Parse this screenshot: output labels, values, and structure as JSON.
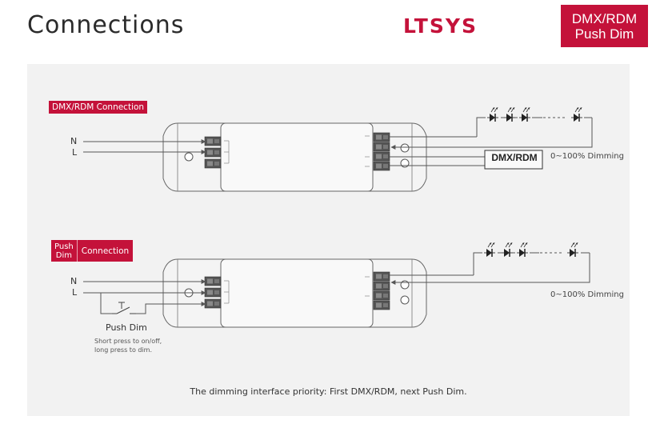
{
  "header": {
    "title": "Connections",
    "brand": "LTSYS",
    "badge_line1": "DMX/RDM",
    "badge_line2": "Push Dim"
  },
  "diagram_dmx": {
    "tag": "DMX/RDM Connection",
    "input_n": "N",
    "input_l": "L",
    "controller_label": "DMX/RDM",
    "dimming_range": "0~100% Dimming"
  },
  "diagram_push": {
    "tag_word1": "Push",
    "tag_word2": "Dim",
    "tag_rest": "Connection",
    "input_n": "N",
    "input_l": "L",
    "switch_label": "Push Dim",
    "hint_line1": "Short press to on/off,",
    "hint_line2": "long press to dim.",
    "dimming_range": "0~100% Dimming"
  },
  "footer": {
    "priority_note": "The dimming interface priority: First DMX/RDM, next Push Dim."
  },
  "colors": {
    "brand_red": "#c4123a",
    "panel_bg": "#f2f2f2",
    "line": "#555555"
  }
}
